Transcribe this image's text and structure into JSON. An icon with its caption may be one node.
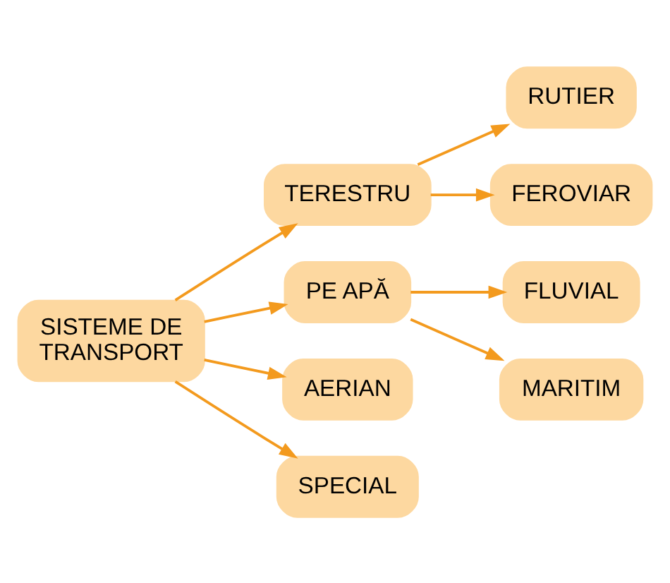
{
  "diagram": {
    "nodes": [
      {
        "text": [
          "SISTEME DE TRANSPORT"
        ]
      },
      {
        "text": [
          "TERESTRU"
        ]
      },
      {
        "text": [
          "RUTIER"
        ]
      },
      {
        "text": [
          "FEROVIAR"
        ]
      },
      {
        "text": [
          "PE APĂ"
        ]
      },
      {
        "text": [
          "FLUVIAL"
        ]
      },
      {
        "text": [
          "MARITIM"
        ]
      },
      {
        "text": [
          "AERIAN"
        ]
      },
      {
        "text": [
          "SPECIAL"
        ]
      }
    ],
    "edges": [
      {
        "from": 0,
        "to": 1,
        "arrow": "to"
      },
      {
        "from": 0,
        "to": 4,
        "arrow": "to"
      },
      {
        "from": 0,
        "to": 7,
        "arrow": "to"
      },
      {
        "from": 0,
        "to": 8,
        "arrow": "to"
      },
      {
        "from": 1,
        "to": 2,
        "arrow": "to"
      },
      {
        "from": 1,
        "to": 3,
        "arrow": "to"
      },
      {
        "from": 4,
        "to": 5,
        "arrow": "to"
      },
      {
        "from": 4,
        "to": 6,
        "arrow": "to"
      }
    ]
  }
}
